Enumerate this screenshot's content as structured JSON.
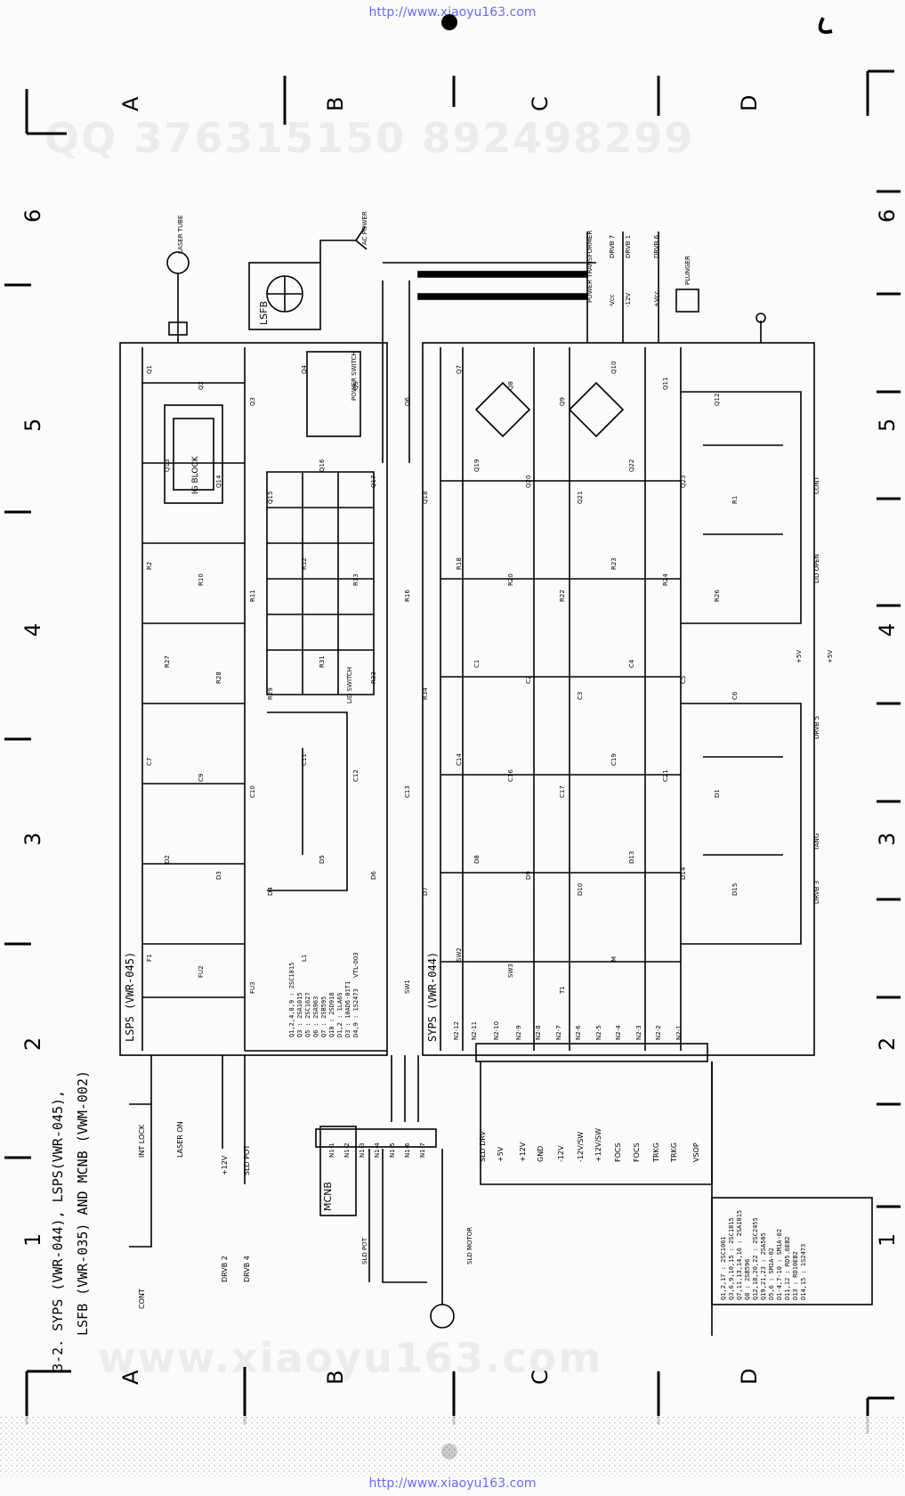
{
  "url_text": "http://www.xiaoyu163.com",
  "watermarks": {
    "qq": "QQ 376315150    892498299",
    "site": "www.xiaoyu163.com"
  },
  "title_lines": [
    "3-2. SYPS (VWR-044), LSPS(VWR-045),",
    "LSFB (VWR-035) AND MCNB (VWM-002)"
  ],
  "grid": {
    "rows": [
      "A",
      "B",
      "C",
      "D"
    ],
    "cols": [
      "1",
      "2",
      "3",
      "4",
      "5",
      "6"
    ]
  },
  "boards": {
    "lsps": "LSPS (VWR-045)",
    "syps": "SYPS (VWR-044)",
    "lsfb": "LSFB",
    "mcnb": "MCNB",
    "ig_block": "IG BLOCK"
  },
  "left_signals": [
    "CONT",
    "INT LOCK",
    "LASER ON",
    "+12V",
    "SLD POT"
  ],
  "drvb_labels": [
    "DRVB 2",
    "DRVB 4"
  ],
  "bottom_signals": [
    "SLD DRV",
    "+5V",
    "+12V",
    "GND",
    "-12V",
    "-12V/SW",
    "+12V/SW",
    "FOCS",
    "FOCS",
    "TRKG",
    "TRKG",
    "VSOP"
  ],
  "connector_pins": [
    "N2-12",
    "N2-11",
    "N2-10",
    "N2-9",
    "N2-8",
    "N2-7",
    "N2-6",
    "N2-5",
    "N2-4",
    "N2-3",
    "N2-2",
    "N2-1"
  ],
  "mcnb_pins": [
    "N1-1",
    "N1-2",
    "N1-3",
    "N1-4",
    "N1-5",
    "N1-6",
    "N1-7"
  ],
  "right_labels": {
    "power_transformer": "POWER TRANSFORMER",
    "plunger": "PLUNGER",
    "ac_power": "AC POWER",
    "laser_tube": "LASER TUBE",
    "power_switch": "POWER SWITCH",
    "lid_switch": "LID SWITCH",
    "lid_open": "LID OPEN",
    "cont": "CONT",
    "tang": "TANG",
    "vcc_minus": "-Vcc",
    "minus12": "-12V",
    "vcc_plus": "+Vcc",
    "drvb7": "DRVB 7",
    "drvb1": "DRVB 1",
    "drvb6": "DRVB 6",
    "drvb5": "DRVB 5",
    "drvb3": "DRVB 3",
    "plus5_a": "+5V",
    "plus5_b": "+5V",
    "sld_motor": "SLD MOTOR",
    "sld_pot": "SLD POT"
  },
  "parts_table_lsps": [
    "Q1,2,4,8,9 : 2SC1815",
    "Q3 : 2SA1015",
    "Q5 : 2SC1627",
    "Q6 : 2SA963",
    "Q7 : 2SB595",
    "Q10 : 2SD918",
    "D1,2 : 1LA6S",
    "D3 : 10AD6-01T1",
    "D4,9 : 1S2473"
  ],
  "parts_table_syps": [
    "Q1,2,17 : 2SC1061",
    "Q3,6,9,10,15 : 2SC1815",
    "Q7,11,13,14,16 : 2SA1015",
    "Q8 : 2SB596",
    "Q12,18,20,22 : 2SC2455",
    "Q19,21,23 : 2SA505",
    "D5,6 : SM1A-02",
    "D1-4,7-10 : SM1A-02",
    "D11,12 : RD5.6EB2",
    "D13 : RD10EB2",
    "D14,15 : 1S2473"
  ],
  "component_labels": [
    "Q1",
    "Q2",
    "Q3",
    "Q4",
    "Q5",
    "Q6",
    "Q7",
    "Q8",
    "Q9",
    "Q10",
    "Q11",
    "Q12",
    "Q13",
    "Q14",
    "Q15",
    "Q16",
    "Q17",
    "Q18",
    "Q19",
    "Q20",
    "Q21",
    "Q22",
    "Q23",
    "R1",
    "R2",
    "R10",
    "R11",
    "R12",
    "R13",
    "R16",
    "R18",
    "R20",
    "R22",
    "R23",
    "R24",
    "R26",
    "R27",
    "R28",
    "R29",
    "R31",
    "R33",
    "R34",
    "C1",
    "C2",
    "C3",
    "C4",
    "C5",
    "C6",
    "C7",
    "C9",
    "C10",
    "C11",
    "C12",
    "C13",
    "C14",
    "C16",
    "C17",
    "C19",
    "C21",
    "D1",
    "D2",
    "D3",
    "D4",
    "D5",
    "D6",
    "D7",
    "D8",
    "D9",
    "D10",
    "D13",
    "D14",
    "D15",
    "F1",
    "FU2",
    "FU3",
    "L1",
    "VTL-003",
    "SW1",
    "SW2",
    "SW3",
    "T1",
    "M"
  ]
}
